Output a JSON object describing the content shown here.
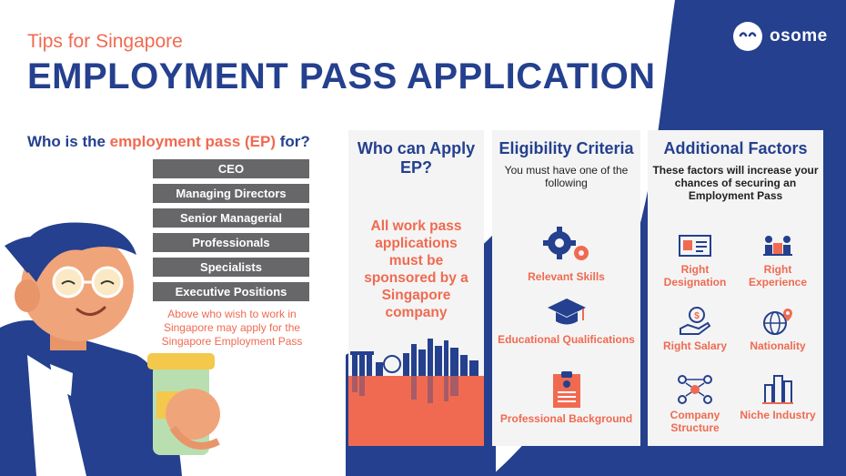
{
  "brand": {
    "name": "osome",
    "icon": "osome-logo-icon"
  },
  "header": {
    "tips": "Tips for Singapore",
    "title": "EMPLOYMENT PASS APPLICATION"
  },
  "question": {
    "part1": "Who is the ",
    "highlight": "employment pass (EP)",
    "part2": " for?"
  },
  "roles": [
    "CEO",
    "Managing Directors",
    "Senior Managerial",
    "Professionals",
    "Specialists",
    "Executive Positions"
  ],
  "note": "Above who wish to work in Singapore may apply for the Singapore Employment Pass",
  "who": {
    "title": "Who can Apply EP?",
    "body": "All work pass applications must be sponsored by a Singapore company"
  },
  "eligibility": {
    "title": "Eligibility Criteria",
    "subtitle": "You must have one of the following",
    "items": [
      {
        "label": "Relevant Skills",
        "icon": "gears-icon"
      },
      {
        "label": "Educational Qualifications",
        "icon": "graduation-cap-icon"
      },
      {
        "label": "Professional Background",
        "icon": "resume-clipboard-icon"
      }
    ]
  },
  "additional": {
    "title": "Additional Factors",
    "subtitle": "These factors will increase your chances of securing an Employment Pass",
    "items": [
      {
        "label": "Right Designation",
        "icon": "id-card-icon"
      },
      {
        "label": "Right Experience",
        "icon": "meeting-icon"
      },
      {
        "label": "Right Salary",
        "icon": "salary-hand-icon"
      },
      {
        "label": "Nationality",
        "icon": "globe-pin-icon"
      },
      {
        "label": "Company Structure",
        "icon": "org-structure-icon"
      },
      {
        "label": "Niche Industry",
        "icon": "buildings-icon"
      }
    ]
  },
  "colors": {
    "navy": "#24408e",
    "coral": "#f06a51",
    "gray": "#67676a",
    "card": "#f4f4f4"
  }
}
